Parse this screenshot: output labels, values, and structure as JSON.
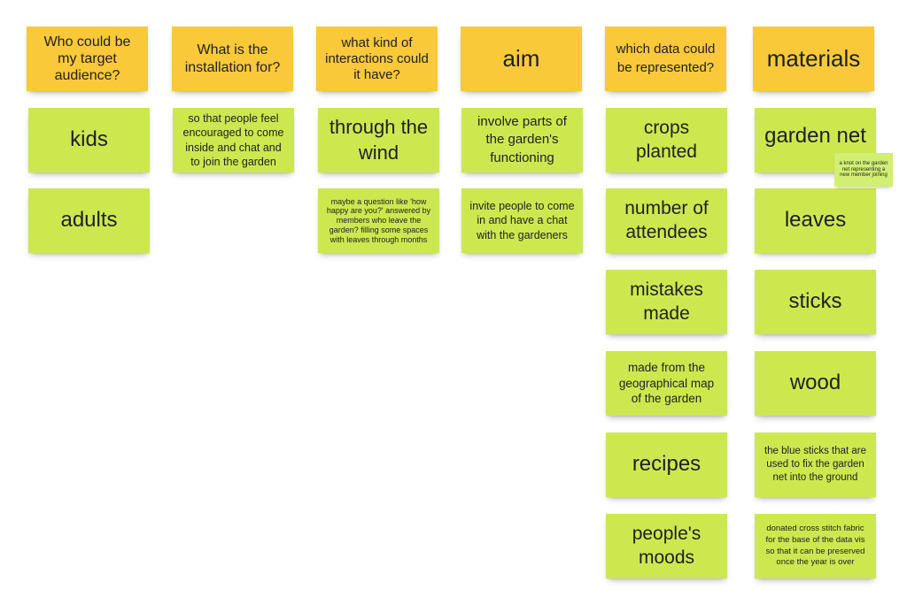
{
  "columns": [
    {
      "header": "Who could be my target audience?",
      "notes": [
        "kids",
        "adults"
      ]
    },
    {
      "header": "What is the installation for?",
      "notes": [
        "so that people feel encouraged to come inside and chat and to join the garden"
      ]
    },
    {
      "header": "what kind of interactions could it have?",
      "notes": [
        "through the wind",
        "maybe a question like 'how happy are you?' answered by members who leave the garden? filling some spaces with leaves through months"
      ]
    },
    {
      "header": "aim",
      "notes": [
        "involve parts of the garden's functioning",
        "invite people to come in and have a chat with the gardeners"
      ]
    },
    {
      "header": "which data could be represented?",
      "notes": [
        "crops planted",
        "number of attendees",
        "mistakes made",
        "made from the geographical map of the garden",
        "recipes",
        "people's moods"
      ]
    },
    {
      "header": "materials",
      "notes": [
        "garden net",
        "leaves",
        "sticks",
        "wood",
        "the blue sticks that are used to fix the garden net into the ground",
        "donated cross stitch fabric for the base of the data vis so that it can be preserved once the year is over"
      ],
      "tiny_note": "a knot on the garden net representing a new member joining"
    }
  ],
  "colors": {
    "header_note": "#f9c93a",
    "content_note": "#cde84f",
    "tiny_note": "#d2ef74"
  }
}
